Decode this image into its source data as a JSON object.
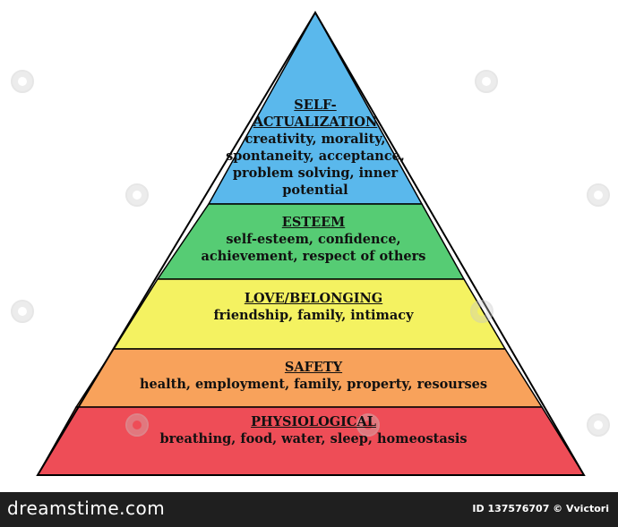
{
  "levels": [
    {
      "title": "SELF-ACTUALIZATION",
      "title_line1": "SELF-",
      "title_line2": "ACTUALIZATION",
      "desc_lines": [
        "creativity, morality,",
        "spontaneity, acceptance,",
        "problem solving, inner",
        "potential"
      ],
      "color": "#5ab8ec"
    },
    {
      "title": "ESTEEM",
      "desc_lines": [
        "self-esteem, confidence,",
        "achievement, respect of others"
      ],
      "color": "#56cc74"
    },
    {
      "title": "LOVE/BELONGING",
      "desc_lines": [
        "friendship, family, intimacy"
      ],
      "color": "#f4f261"
    },
    {
      "title": "SAFETY",
      "desc_lines": [
        "health, employment, family, property, resourses"
      ],
      "color": "#f8a25b"
    },
    {
      "title": "PHYSIOLOGICAL",
      "desc_lines": [
        "breathing, food, water, sleep, homeostasis"
      ],
      "color": "#ee4d57"
    }
  ],
  "outline_color": "#000000",
  "footer": {
    "logo": "dreamstime.com",
    "id_text": "ID 137576707 © Vvictori",
    "background": "#1f1f1f"
  },
  "watermark": "dreamstime"
}
